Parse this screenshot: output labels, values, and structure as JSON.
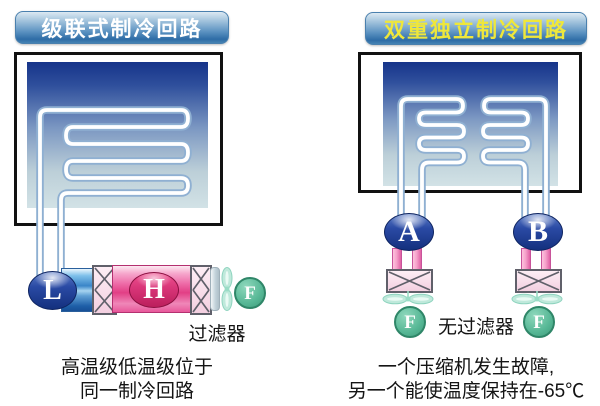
{
  "left_panel": {
    "title": "级联式制冷回路",
    "compressor_low_label": "L",
    "compressor_high_label": "H",
    "fan_label": "F",
    "filter_label": "过滤器",
    "caption_line1": "高温级低温级位于",
    "caption_line2": "同一制冷回路"
  },
  "right_panel": {
    "title": "双重独立制冷回路",
    "compressor_a_label": "A",
    "compressor_b_label": "B",
    "fan_a_label": "F",
    "fan_b_label": "F",
    "no_filter_label": "无过滤器",
    "caption_line1": "一个压缩机发生故障,",
    "caption_line2": "另一个能使温度保持在-65℃"
  },
  "colors": {
    "banner_top": "#dce9f2",
    "banner_bot": "#2e6ca6",
    "left_title_color": "#ffffff",
    "right_title_color": "#efe73a",
    "freezer_top": "#16348a",
    "freezer_bot": "#d2e2e6",
    "tube_outline": "#8fb0d2",
    "tube_core": "#ffffff",
    "compressor_blue": "#1c3a8e",
    "high_stage_pink": "#e2488c",
    "heat_exchanger_pink": "#f8dcea",
    "fan_teal": "#bfe9db",
    "fan_circle_green": "#55b694",
    "caption_color": "#141414"
  }
}
